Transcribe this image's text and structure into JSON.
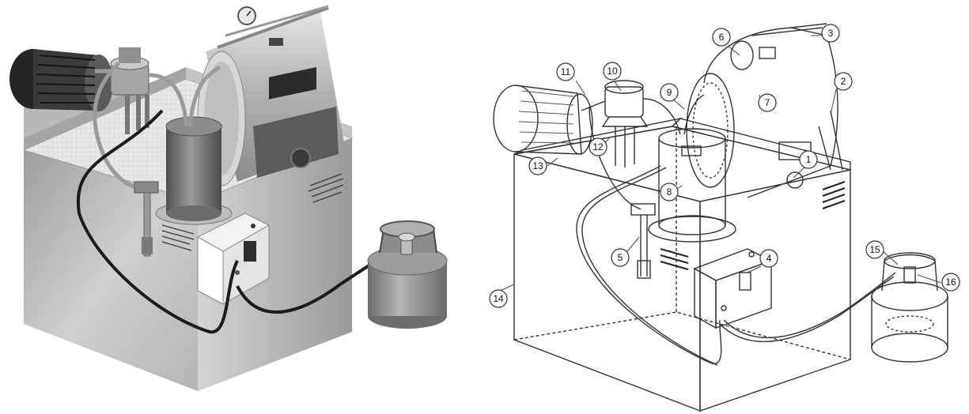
{
  "figure": {
    "left_panel": "rendered-3d-view",
    "right_panel": "line-drawing-with-callouts"
  },
  "callouts": [
    {
      "id": "1",
      "label": "1"
    },
    {
      "id": "2",
      "label": "2"
    },
    {
      "id": "3",
      "label": "3"
    },
    {
      "id": "4",
      "label": "4"
    },
    {
      "id": "5",
      "label": "5"
    },
    {
      "id": "6",
      "label": "6"
    },
    {
      "id": "7",
      "label": "7"
    },
    {
      "id": "8",
      "label": "8"
    },
    {
      "id": "9",
      "label": "9"
    },
    {
      "id": "10",
      "label": "10"
    },
    {
      "id": "11",
      "label": "11"
    },
    {
      "id": "12",
      "label": "12"
    },
    {
      "id": "13",
      "label": "13"
    },
    {
      "id": "14",
      "label": "14"
    },
    {
      "id": "15",
      "label": "15"
    },
    {
      "id": "16",
      "label": "16"
    }
  ],
  "colors": {
    "rendered_cabinet": "#a9a9a9",
    "rendered_cabinet_dark": "#8c8c8c",
    "rendered_metal": "#bdbdbd",
    "rendered_motor": "#2e2e2e",
    "rendered_hose": "#1e1e1e",
    "line_stroke": "#333333",
    "background": "#ffffff"
  }
}
